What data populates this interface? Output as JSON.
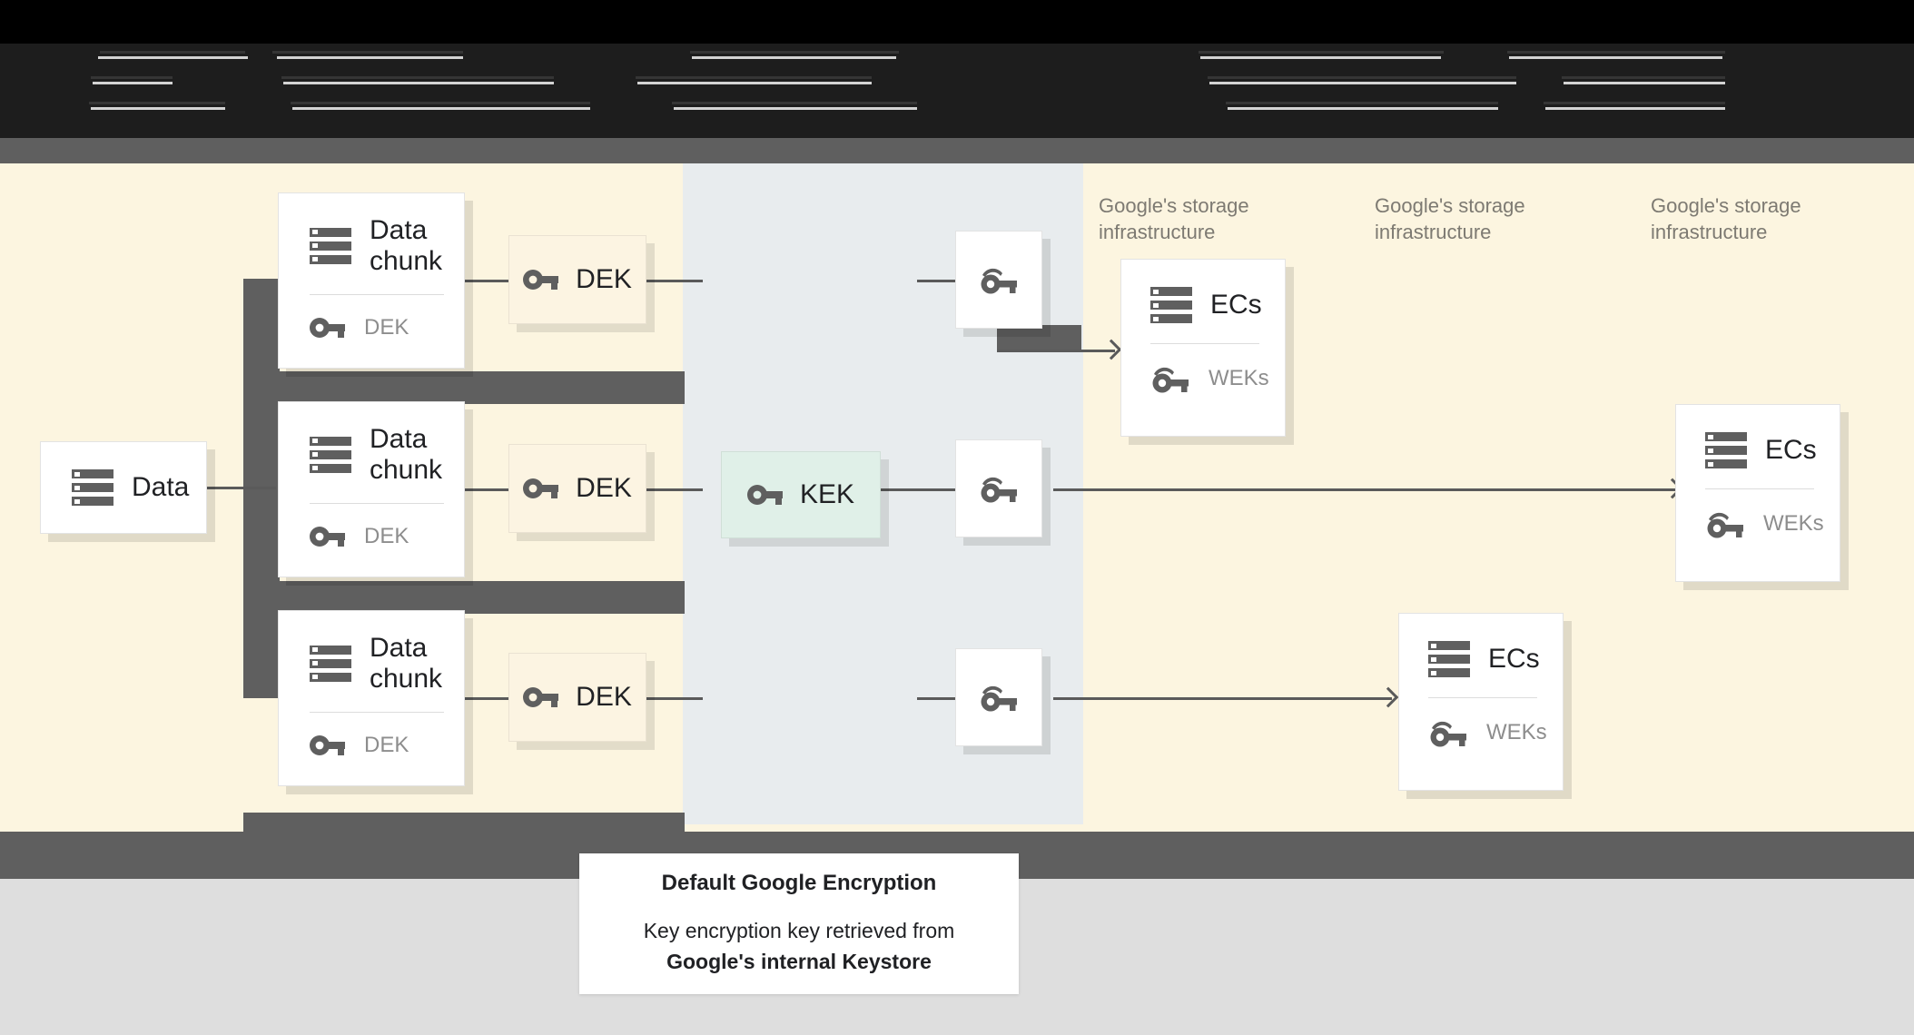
{
  "page": {
    "title": "Default Google Encryption",
    "header_note": "top banner text is illegible / corrupted in the source image"
  },
  "colors": {
    "band_black": "#000000",
    "band_dark": "#1d1d1d",
    "band_gray": "#5f5f5f",
    "band_cream": "#fcf5e0",
    "band_footer": "#dedede",
    "keystore_column": "#e8ecee",
    "dek_fill": "#fcf4e2",
    "kek_fill": "#e0f0e8",
    "card_white": "#ffffff",
    "icon_gray": "#5f5f5f",
    "text_primary": "#202124",
    "text_muted": "#8d8d8d",
    "infra_text": "#7d7a72",
    "wire": "#5a5a5a"
  },
  "source": {
    "data_card": {
      "label": "Data",
      "icon": "server-icon"
    }
  },
  "chunks": [
    {
      "title_line1": "Data",
      "title_line2": "chunk",
      "key_label": "DEK",
      "icon": "server-icon",
      "key_icon": "key-icon"
    },
    {
      "title_line1": "Data",
      "title_line2": "chunk",
      "key_label": "DEK",
      "icon": "server-icon",
      "key_icon": "key-icon"
    },
    {
      "title_line1": "Data",
      "title_line2": "chunk",
      "key_label": "DEK",
      "icon": "server-icon",
      "key_icon": "key-icon"
    }
  ],
  "dek_boxes": [
    {
      "label": "DEK",
      "icon": "key-icon"
    },
    {
      "label": "DEK",
      "icon": "key-icon"
    },
    {
      "label": "DEK",
      "icon": "key-icon"
    }
  ],
  "kek_box": {
    "label": "KEK",
    "icon": "key-icon"
  },
  "wek_cards": [
    {
      "icon": "double-key-icon"
    },
    {
      "icon": "double-key-icon"
    },
    {
      "icon": "double-key-icon"
    }
  ],
  "infra_labels": [
    {
      "line1": "Google's storage",
      "line2": "infrastructure"
    },
    {
      "line1": "Google's storage",
      "line2": "infrastructure"
    },
    {
      "line1": "Google's storage",
      "line2": "infrastructure"
    }
  ],
  "ec_cards": [
    {
      "title": "ECs",
      "key_label": "WEKs",
      "icon": "server-icon",
      "key_icon": "double-key-icon"
    },
    {
      "title": "ECs",
      "key_label": "WEKs",
      "icon": "server-icon",
      "key_icon": "double-key-icon"
    },
    {
      "title": "ECs",
      "key_label": "WEKs",
      "icon": "server-icon",
      "key_icon": "double-key-icon"
    }
  ],
  "caption": {
    "title": "Default Google Encryption",
    "line1": "Key encryption key retrieved from",
    "line2": "Google's internal Keystore"
  }
}
